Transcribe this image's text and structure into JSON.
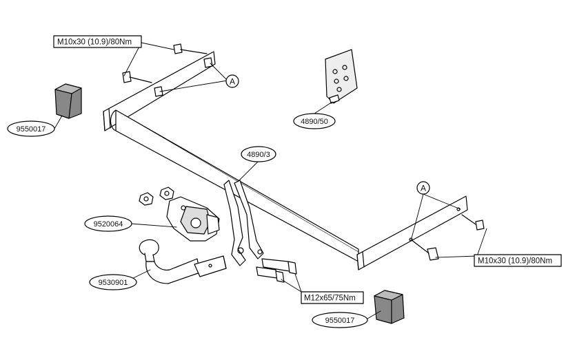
{
  "labels": {
    "bolt_top_left": "M10x30 (10.9)/80Nm",
    "bolt_right": "M10x30 (10.9)/80Nm",
    "bolt_bottom": "M12x65/75Nm",
    "mark_a_left": "A",
    "mark_a_right": "A",
    "part_block_left": "9550017",
    "part_block_right": "9550017",
    "part_plate": "4890/50",
    "part_bar": "4890/3",
    "part_socket_plate": "9520064",
    "part_ball": "9530901"
  }
}
